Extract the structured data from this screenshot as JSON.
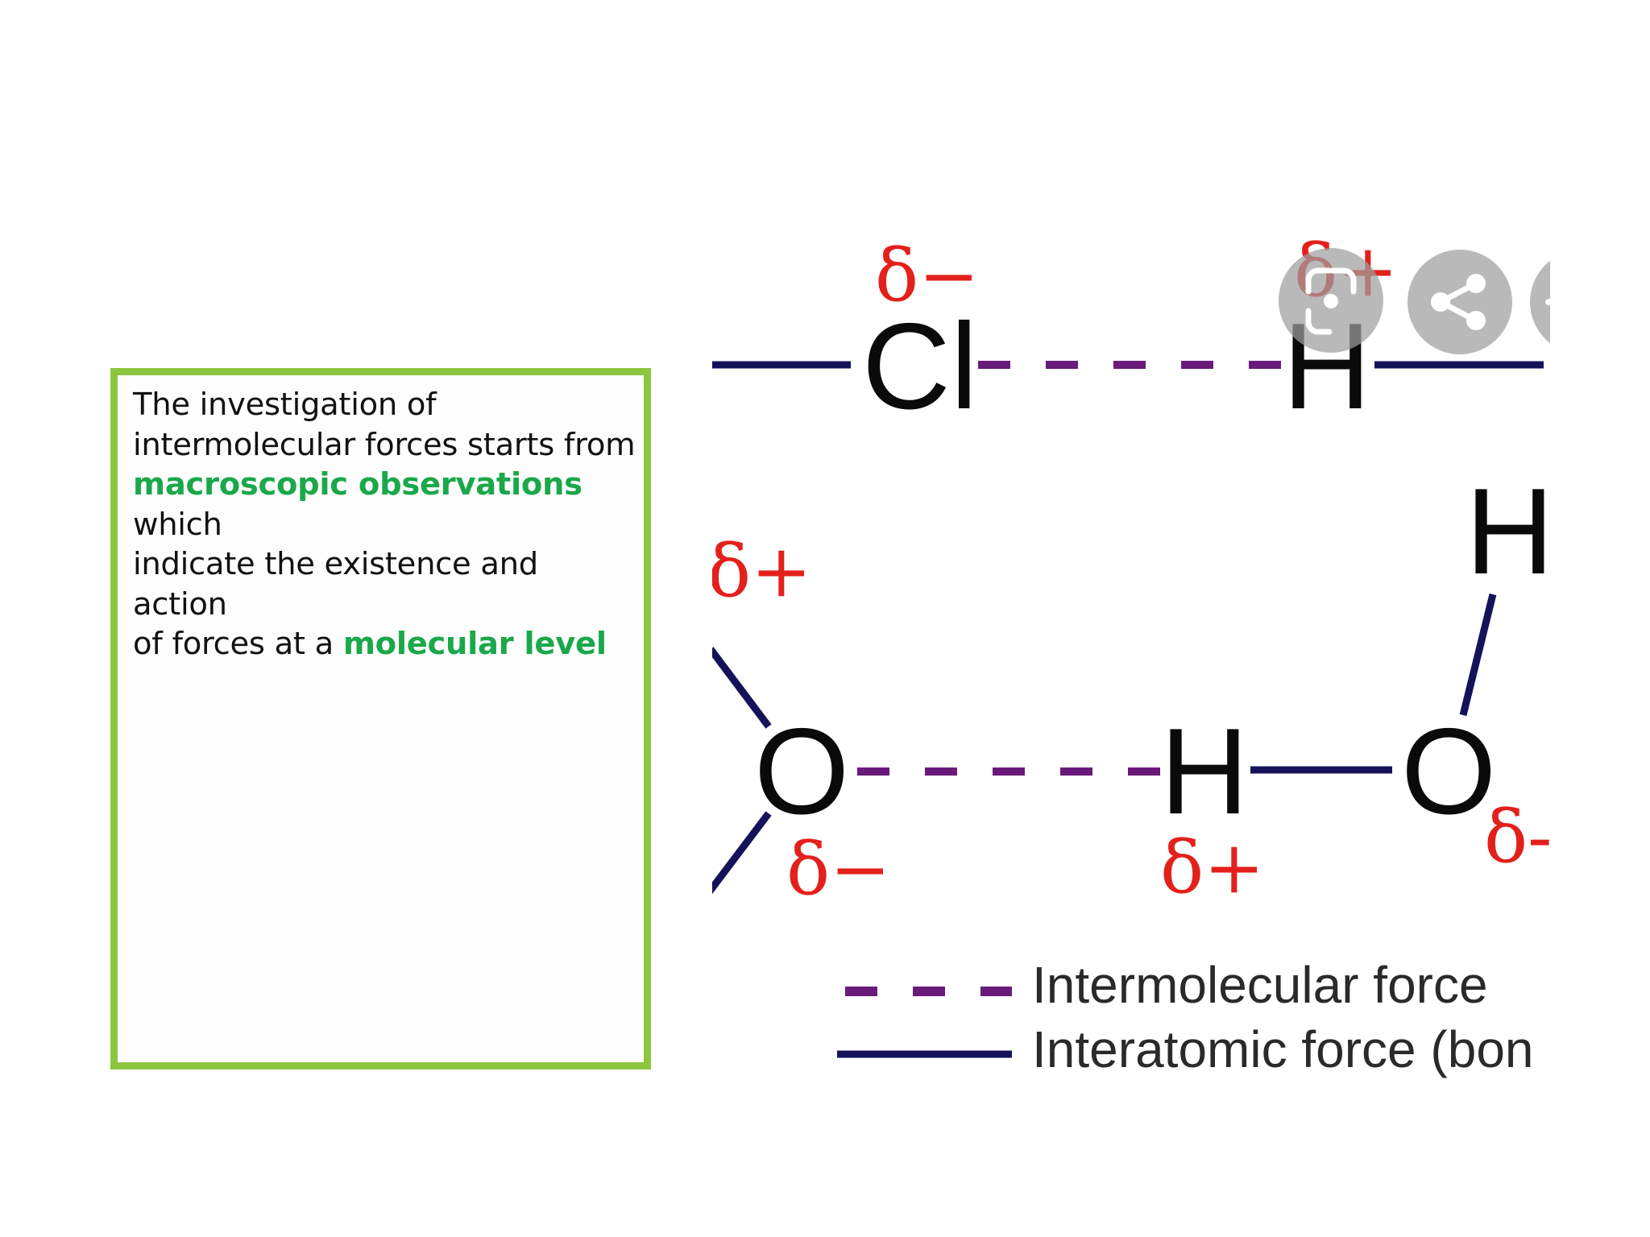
{
  "text_box": {
    "line1": "The investigation of",
    "line2": "intermolecular forces starts from",
    "line3_highlight": "macroscopic observations",
    "line3_rest": " which",
    "line4": "indicate the existence and action",
    "line5_start": "of forces at a ",
    "line5_highlight": "molecular level"
  },
  "diagram": {
    "top_row": {
      "atom_left": "Cl",
      "atom_right": "H",
      "charge_left": "δ−",
      "charge_right": "δ+"
    },
    "bottom_row": {
      "atom_left": "O",
      "atom_middle": "H",
      "atom_right": "O",
      "atom_top_right": "H",
      "charge_left_top": "δ+",
      "charge_left_bottom": "δ−",
      "charge_middle": "δ+",
      "charge_right": "δ-"
    },
    "legend": {
      "intermolecular_label": "Intermolecular force",
      "interatomic_label": "Interatomic force (bon"
    },
    "colors": {
      "intermolecular": "#6a1b7a",
      "interatomic": "#14135a",
      "charge": "#e3201b",
      "highlight": "#1aa84a",
      "border": "#8cc63f"
    }
  },
  "overlay": {
    "icons": [
      "lens-search-icon",
      "share-icon",
      "more-icon"
    ]
  }
}
